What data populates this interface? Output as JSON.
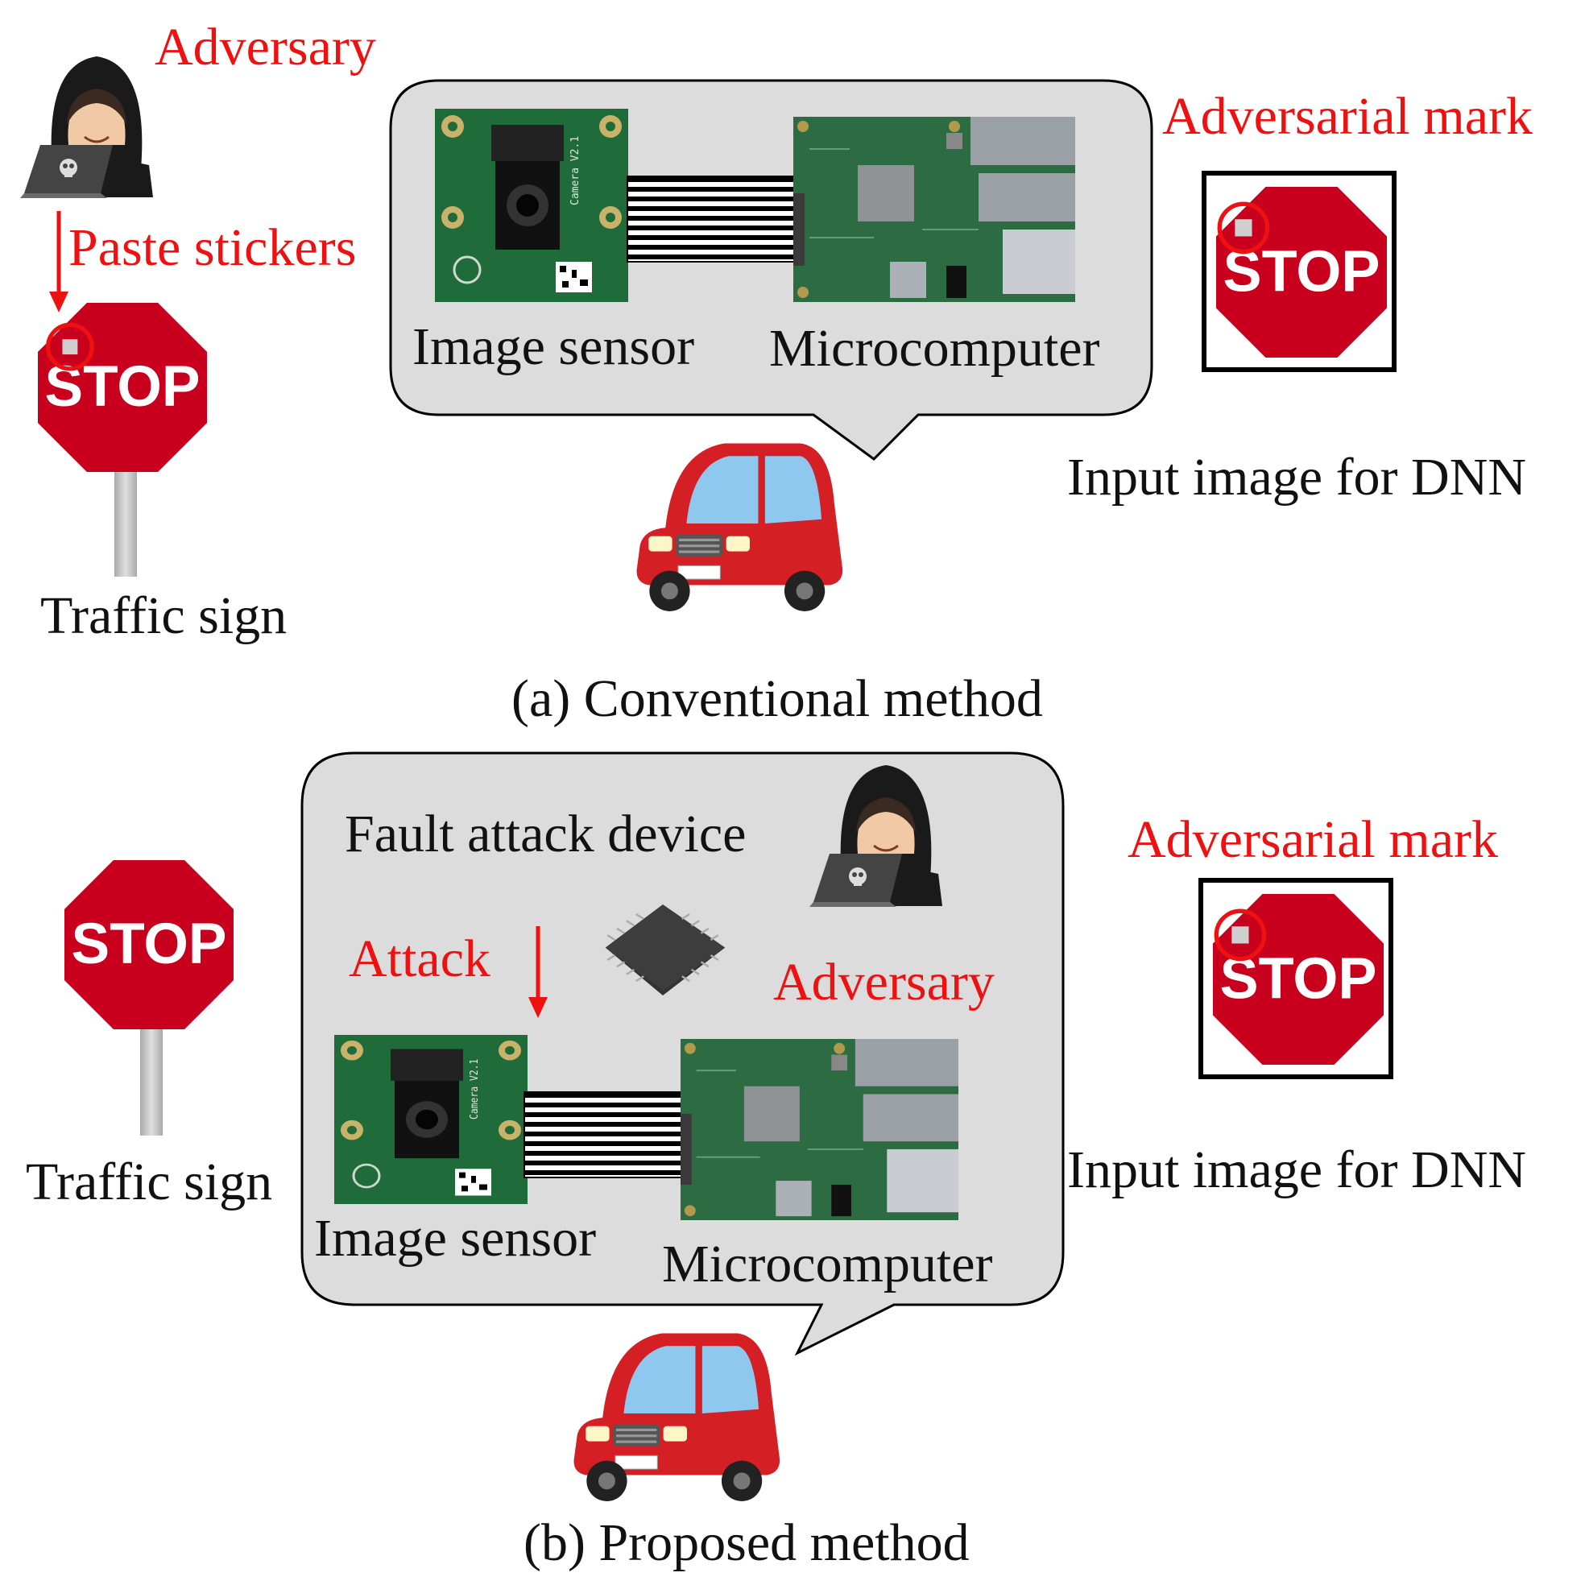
{
  "colors": {
    "red_text": "#ee1111",
    "sign_red": "#c8001e",
    "bubble_fill": "#dcdcdc",
    "car_red": "#d41f24",
    "board_green": "#2d6b43"
  },
  "icons": [
    "hooded-hacker-icon",
    "laptop-skull-icon",
    "stop-sign-icon",
    "car-icon",
    "microchip-icon",
    "camera-board-icon",
    "raspberry-pi-board-icon"
  ],
  "panel_a": {
    "adversary_label": "Adversary",
    "paste_label": "Paste stickers",
    "sign_text": "STOP",
    "traffic_sign_label": "Traffic sign",
    "image_sensor_label": "Image sensor",
    "microcomputer_label": "Microcomputer",
    "adv_mark_label": "Adversarial mark",
    "dnn_sign_text": "STOP",
    "input_label": "Input image for DNN",
    "caption": "(a)  Conventional method"
  },
  "panel_b": {
    "sign_text": "STOP",
    "traffic_sign_label": "Traffic sign",
    "fault_device_label": "Fault attack device",
    "attack_label": "Attack",
    "adversary_label": "Adversary",
    "image_sensor_label": "Image sensor",
    "microcomputer_label": "Microcomputer",
    "adv_mark_label": "Adversarial mark",
    "dnn_sign_text": "STOP",
    "input_label": "Input image for DNN",
    "caption": "(b)  Proposed method"
  }
}
